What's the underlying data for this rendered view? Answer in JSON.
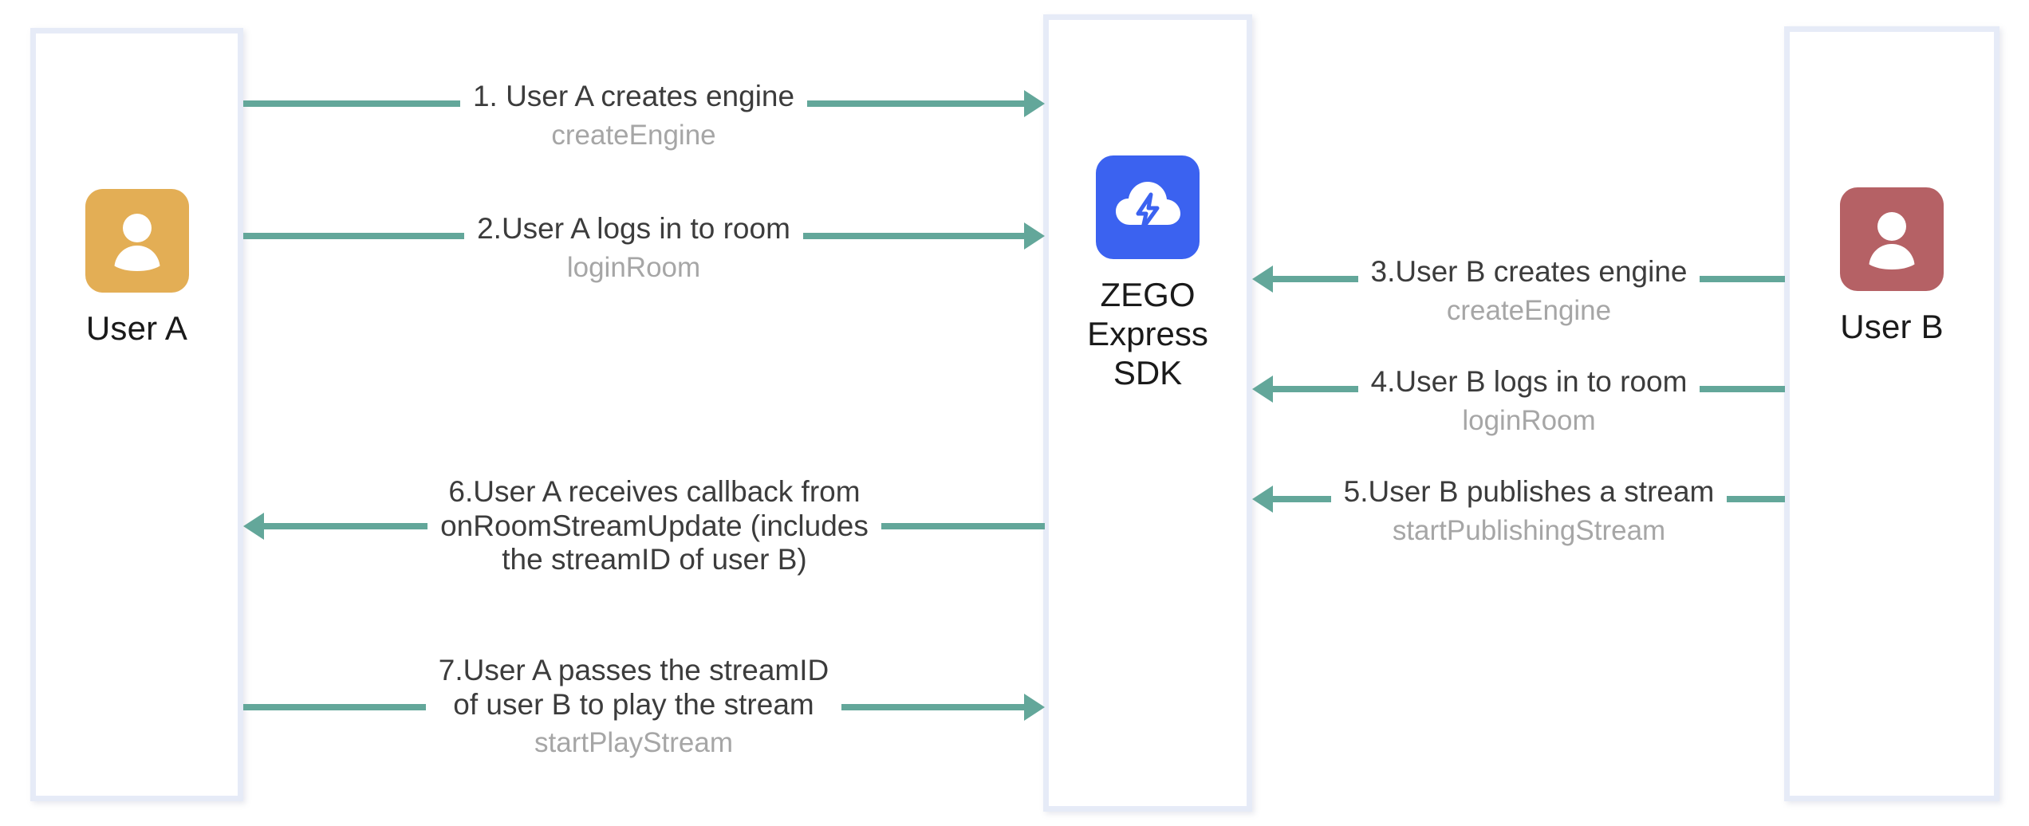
{
  "diagram": {
    "type": "sequence-diagram",
    "title": "ZEGO Express SDK publish/play sequence",
    "colors": {
      "arrow": "#63a79a",
      "lifeline_border": "#e6ebf7",
      "user_a_avatar": "#e3ae55",
      "user_b_avatar": "#b56165",
      "sdk_tile": "#3b62f0",
      "title_text": "#3c3c3c",
      "sub_text": "#a6a6a6",
      "background": "#ffffff"
    }
  },
  "actors": {
    "left": {
      "name": "User A",
      "avatar_icon": "user-avatar-icon"
    },
    "middle": {
      "name": "ZEGO\nExpress\nSDK",
      "name_lines": [
        "ZEGO",
        "Express",
        "SDK"
      ],
      "icon": "zego-cloud-bolt-icon"
    },
    "right": {
      "name": "User B",
      "avatar_icon": "user-avatar-icon"
    }
  },
  "messages": [
    {
      "id": 1,
      "title": "1. User A creates engine",
      "api": "createEngine",
      "from": "User A",
      "to": "ZEGO Express SDK",
      "direction": "right"
    },
    {
      "id": 2,
      "title": "2.User A logs in to room",
      "api": "loginRoom",
      "from": "User A",
      "to": "ZEGO Express SDK",
      "direction": "right"
    },
    {
      "id": 3,
      "title": "3.User B creates engine",
      "api": "createEngine",
      "from": "User B",
      "to": "ZEGO Express SDK",
      "direction": "left"
    },
    {
      "id": 4,
      "title": "4.User B logs in to room",
      "api": "loginRoom",
      "from": "User B",
      "to": "ZEGO Express SDK",
      "direction": "left"
    },
    {
      "id": 5,
      "title": "5.User B publishes a stream",
      "api": "startPublishingStream",
      "from": "User B",
      "to": "ZEGO Express SDK",
      "direction": "left"
    },
    {
      "id": 6,
      "title": "6.User A receives callback from\nonRoomStreamUpdate (includes\nthe streamID of user B)",
      "api": "",
      "from": "ZEGO Express SDK",
      "to": "User A",
      "direction": "left"
    },
    {
      "id": 7,
      "title": "7.User A passes the streamID\nof user B to play the stream",
      "api": "startPlayStream",
      "from": "User A",
      "to": "ZEGO Express SDK",
      "direction": "right"
    }
  ]
}
